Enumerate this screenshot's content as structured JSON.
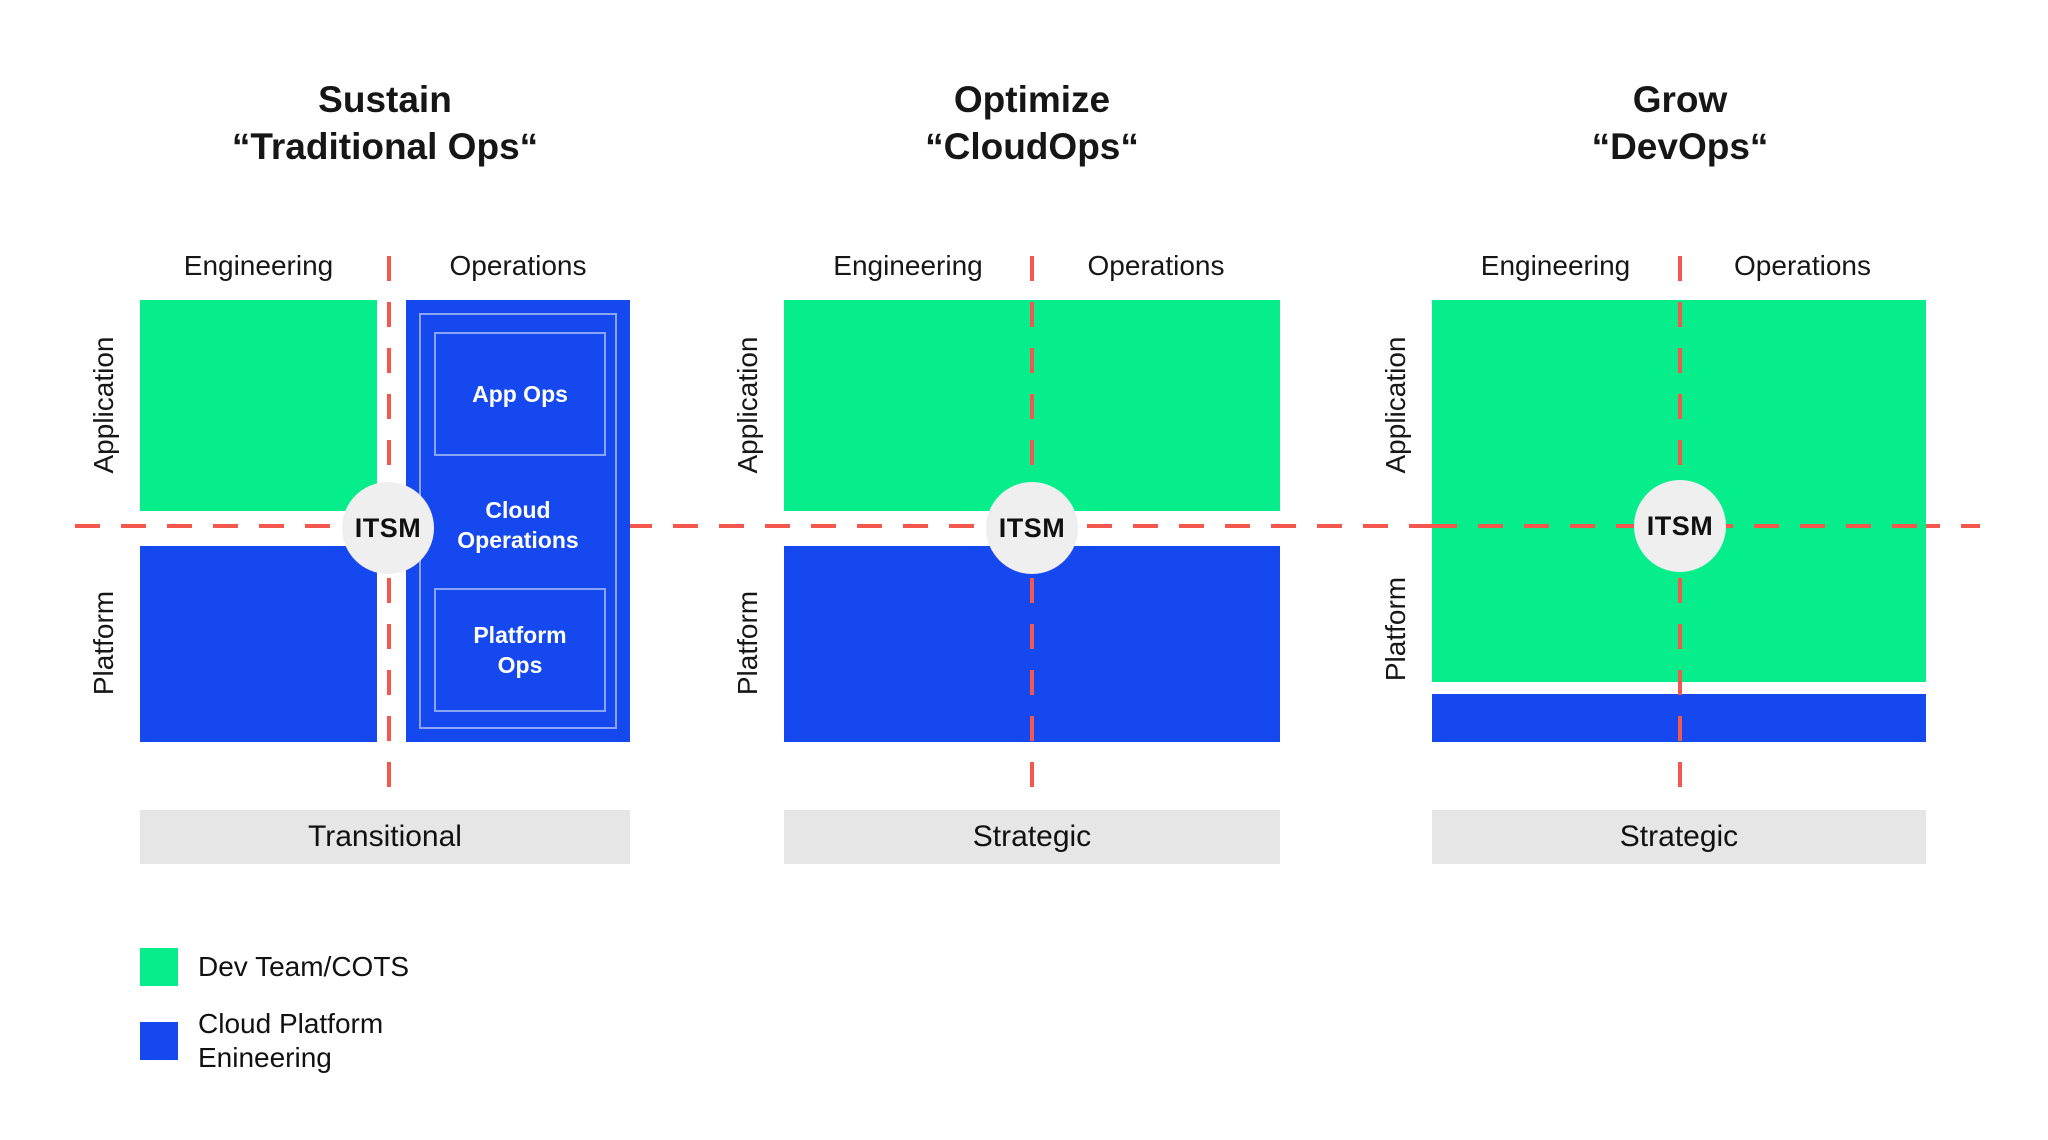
{
  "colors": {
    "dev_green": "#06EE8C",
    "platform_blue": "#1548EE",
    "dashed_red": "#F4574E",
    "label_bar_gray": "#E6E6E6",
    "itsm_circle_gray": "#EFEFEF",
    "text_dark": "#161616"
  },
  "panels": [
    {
      "title": "Sustain",
      "subtitle": "“Traditional Ops“",
      "columns": {
        "left": "Engineering",
        "right": "Operations"
      },
      "rows": {
        "top": "Application",
        "bottom": "Platform"
      },
      "itsm_label": "ITSM",
      "ops_tower": {
        "app_ops": "App Ops",
        "cloud_operations": "Cloud\nOperations",
        "platform_ops": "Platform\nOps"
      },
      "bottom_label": "Transitional"
    },
    {
      "title": "Optimize",
      "subtitle": "“CloudOps“",
      "columns": {
        "left": "Engineering",
        "right": "Operations"
      },
      "rows": {
        "top": "Application",
        "bottom": "Platform"
      },
      "itsm_label": "ITSM",
      "bottom_label": "Strategic"
    },
    {
      "title": "Grow",
      "subtitle": "“DevOps“",
      "columns": {
        "left": "Engineering",
        "right": "Operations"
      },
      "rows": {
        "top": "Application",
        "bottom": "Platform"
      },
      "itsm_label": "ITSM",
      "bottom_label": "Strategic"
    }
  ],
  "legend": {
    "items": [
      {
        "swatch": "green",
        "label": "Dev Team/COTS"
      },
      {
        "swatch": "blue",
        "label": "Cloud Platform\nEnineering"
      }
    ]
  }
}
